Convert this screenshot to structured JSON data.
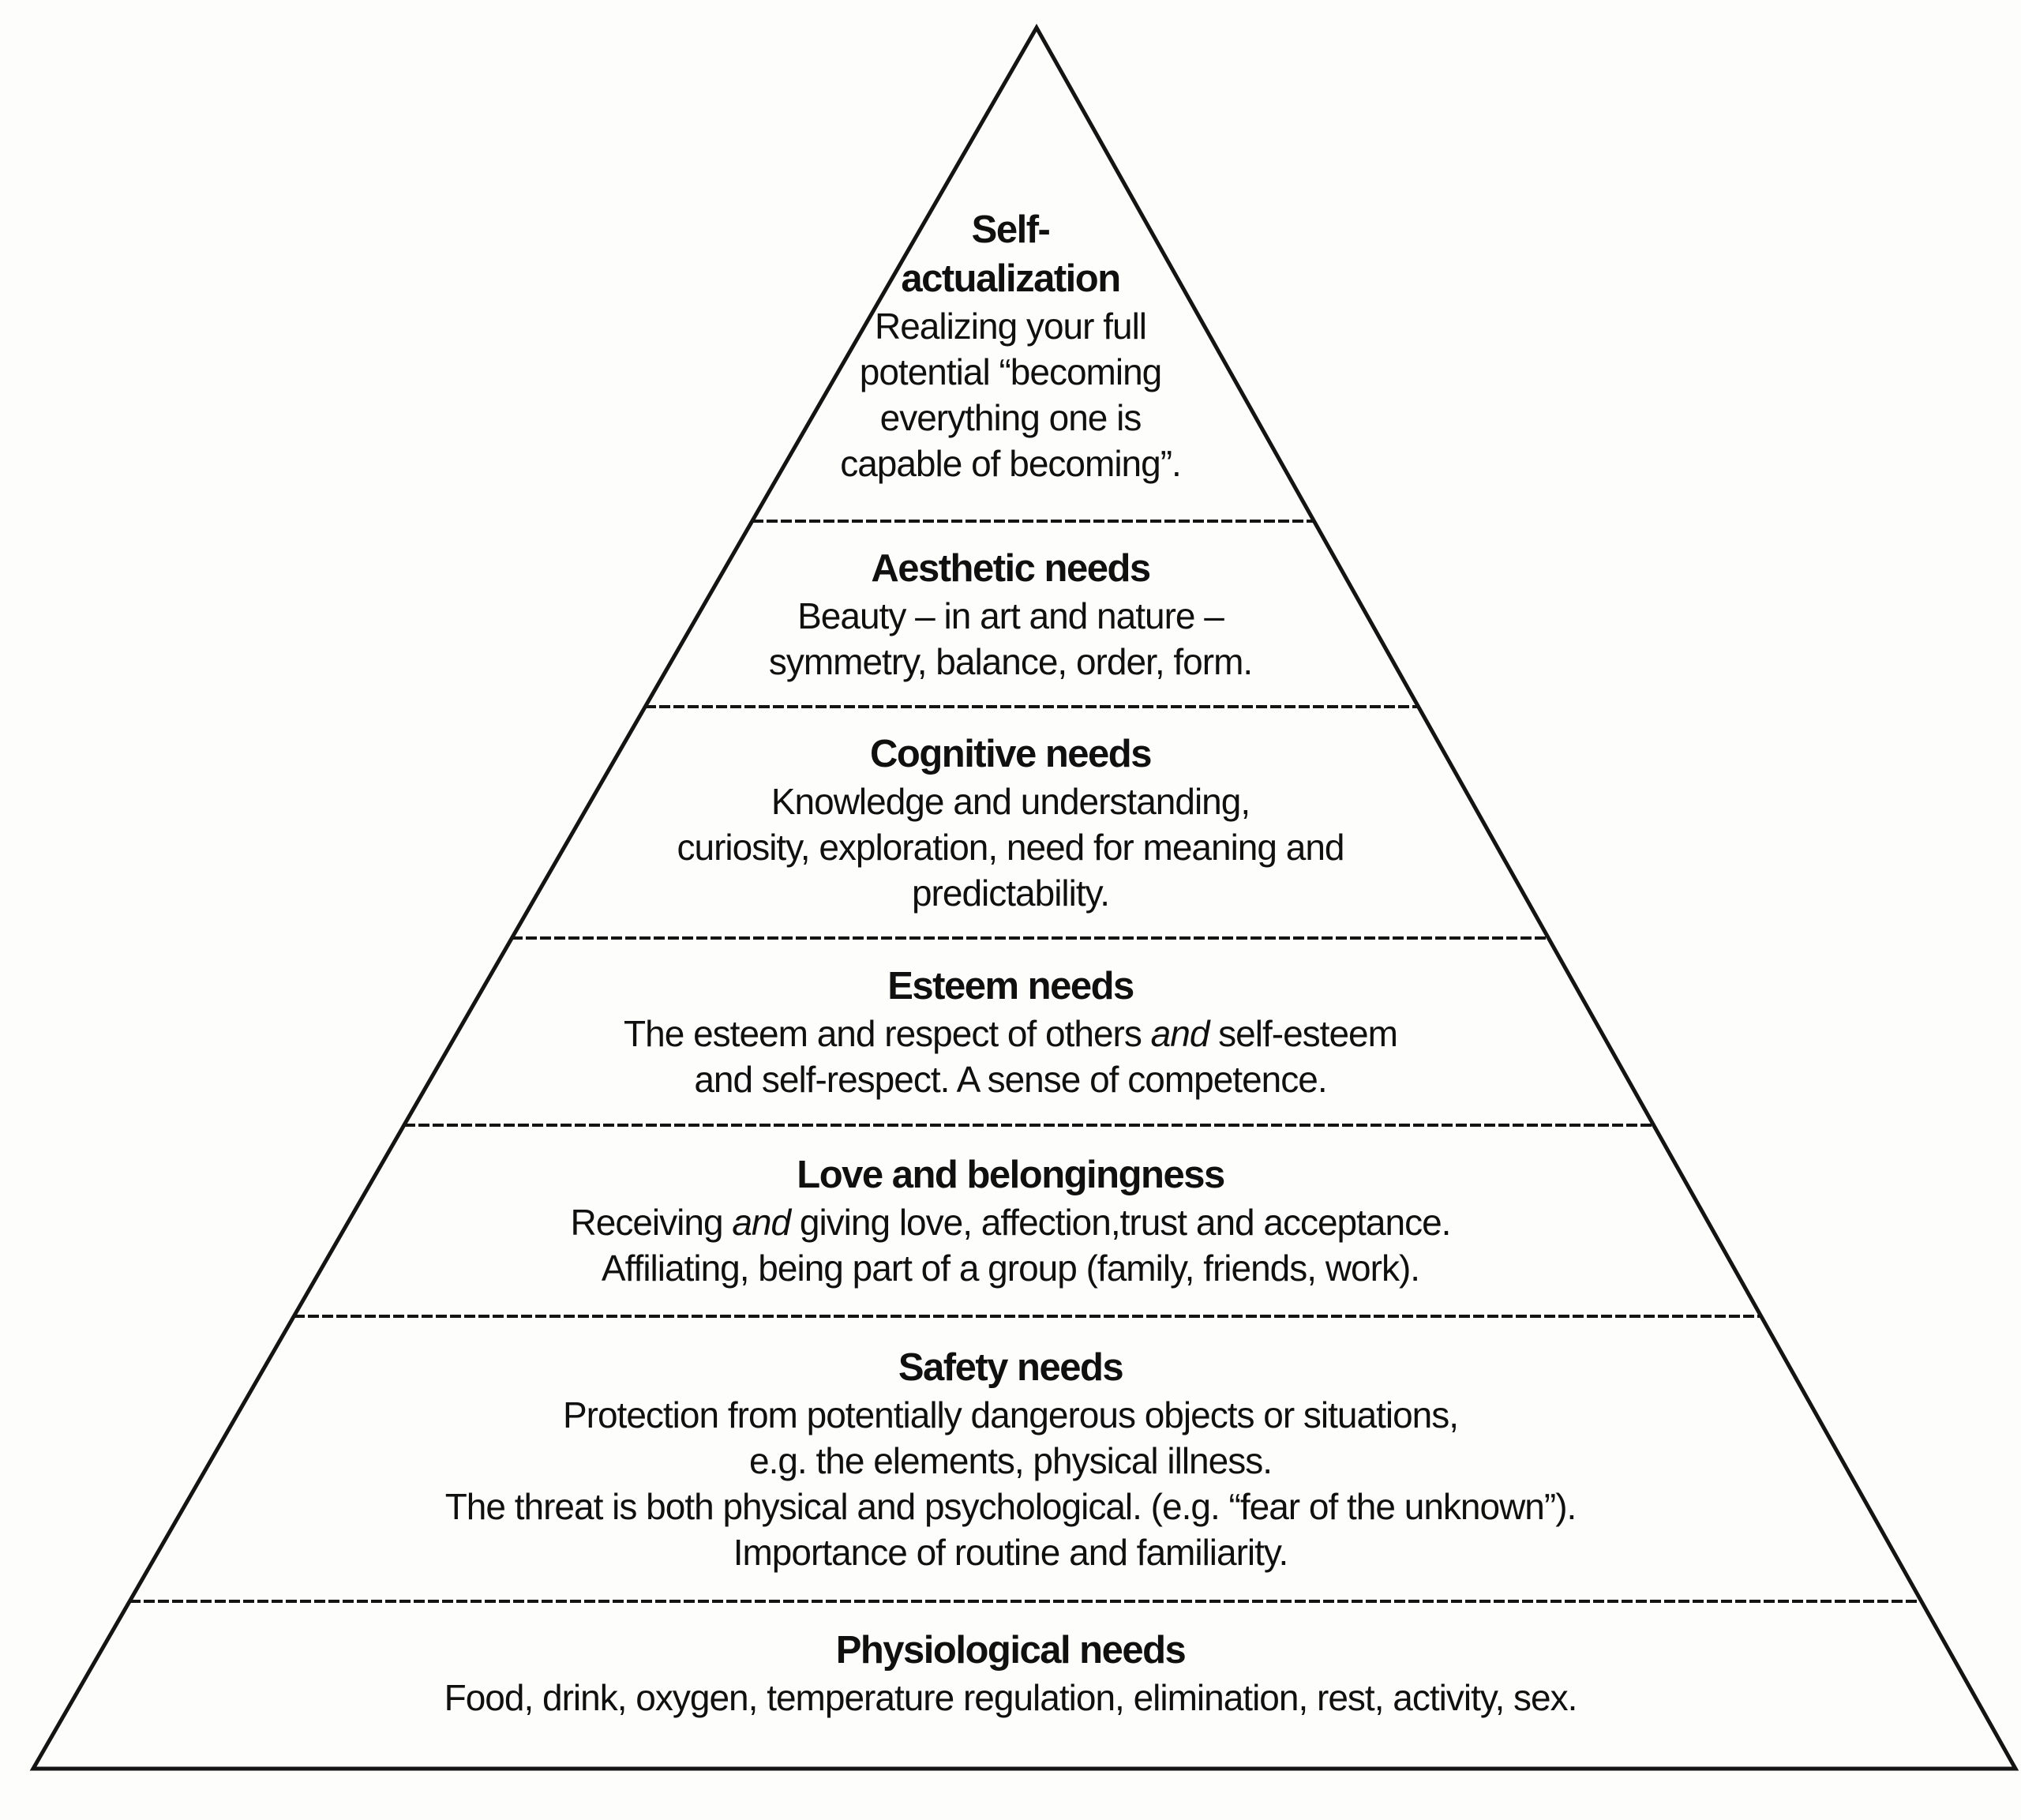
{
  "colors": {
    "background": "#fdfdfc",
    "line": "#141414",
    "text": "#101010"
  },
  "pyramid": {
    "levels": [
      {
        "name": "self-actualization",
        "title_lines": [
          "Self-",
          "actualization"
        ],
        "desc_lines": [
          [
            {
              "t": "Realizing your full"
            }
          ],
          [
            {
              "t": "potential “becoming"
            }
          ],
          [
            {
              "t": "everything one is"
            }
          ],
          [
            {
              "t": "capable of becoming”."
            }
          ]
        ]
      },
      {
        "name": "aesthetic-needs",
        "title_lines": [
          "Aesthetic needs"
        ],
        "desc_lines": [
          [
            {
              "t": "Beauty – in art and nature –"
            }
          ],
          [
            {
              "t": "symmetry, balance, order, form."
            }
          ]
        ]
      },
      {
        "name": "cognitive-needs",
        "title_lines": [
          "Cognitive needs"
        ],
        "desc_lines": [
          [
            {
              "t": "Knowledge and understanding,"
            }
          ],
          [
            {
              "t": "curiosity, exploration, need for meaning and"
            }
          ],
          [
            {
              "t": "predictability."
            }
          ]
        ]
      },
      {
        "name": "esteem-needs",
        "title_lines": [
          "Esteem needs"
        ],
        "desc_lines": [
          [
            {
              "t": "The esteem and respect of others "
            },
            {
              "t": "and",
              "i": true
            },
            {
              "t": " self-esteem"
            }
          ],
          [
            {
              "t": "and self-respect. A sense of competence."
            }
          ]
        ]
      },
      {
        "name": "love-and-belongingness",
        "title_lines": [
          "Love and belongingness"
        ],
        "desc_lines": [
          [
            {
              "t": "Receiving "
            },
            {
              "t": "and",
              "i": true
            },
            {
              "t": " giving love, affection,trust and acceptance."
            }
          ],
          [
            {
              "t": "Affiliating, being part of a group (family, friends, work)."
            }
          ]
        ]
      },
      {
        "name": "safety-needs",
        "title_lines": [
          "Safety needs"
        ],
        "desc_lines": [
          [
            {
              "t": "Protection from potentially dangerous objects or situations,"
            }
          ],
          [
            {
              "t": "e.g. the elements, physical illness."
            }
          ],
          [
            {
              "t": "The threat is both physical and psychological. (e.g. “fear of the unknown”)."
            }
          ],
          [
            {
              "t": "Importance of routine and familiarity."
            }
          ]
        ]
      },
      {
        "name": "physiological-needs",
        "title_lines": [
          "Physiological needs"
        ],
        "desc_lines": [
          [
            {
              "t": "Food, drink, oxygen, temperature regulation, elimination, rest, activity, sex."
            }
          ]
        ]
      }
    ]
  }
}
